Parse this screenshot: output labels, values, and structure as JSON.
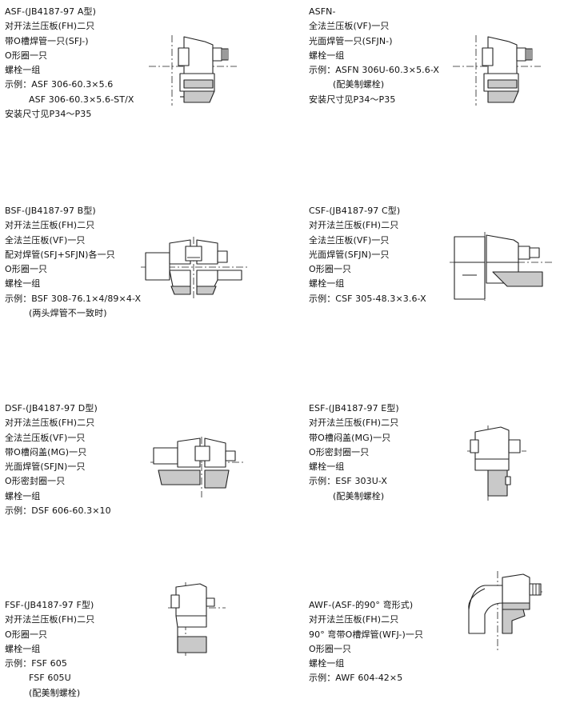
{
  "products": [
    {
      "lines": [
        "ASF-(JB4187-97  A型)",
        "对开法兰压板(FH)二只",
        "带O槽焊管一只(SFJ-)",
        "O形圈一只",
        "螺栓一组",
        "示例：ASF 306-60.3×5.6",
        "ASF 306-60.3×5.6-ST/X",
        "安装尺寸见P34～P35"
      ]
    },
    {
      "lines": [
        "ASFN-",
        "全法兰压板(VF)一只",
        "光面焊管一只(SFJN-)",
        "螺栓一组",
        "示例：ASFN 306U-60.3×5.6-X",
        "(配美制螺栓)",
        "安装尺寸见P34～P35"
      ]
    },
    {
      "lines": [
        "BSF-(JB4187-97  B型)",
        "对开法兰压板(FH)二只",
        "全法兰压板(VF)一只",
        "配对焊管(SFJ+SFJN)各一只",
        "O形圈一只",
        "螺栓一组",
        "示例：BSF 308-76.1×4/89×4-X",
        "(两头焊管不一致时)"
      ]
    },
    {
      "lines": [
        "CSF-(JB4187-97  C型)",
        "对开法兰压板(FH)二只",
        "全法兰压板(VF)一只",
        "光面焊管(SFJN)一只",
        "O形圈一只",
        "螺栓一组",
        "示例：CSF 305-48.3×3.6-X"
      ]
    },
    {
      "lines": [
        "DSF-(JB4187-97  D型)",
        "对开法兰压板(FH)二只",
        "全法兰压板(VF)一只",
        "带O槽闷盖(MG)一只",
        "光面焊管(SFJN)一只",
        "O形密封圈一只",
        "螺栓一组",
        "示例：DSF 606-60.3×10"
      ]
    },
    {
      "lines": [
        "ESF-(JB4187-97  E型)",
        "对开法兰压板(FH)二只",
        "带O槽闷盖(MG)一只",
        "O形密封圈一只",
        "螺栓一组",
        "示例：ESF 303U-X",
        "(配美制螺栓)"
      ]
    },
    {
      "lines": [
        "FSF-(JB4187-97  F型)",
        "对开法兰压板(FH)二只",
        "O形圈一只",
        "螺栓一组",
        "示例：FSF 605",
        "FSF 605U",
        "(配美制螺栓)"
      ]
    },
    {
      "lines": [
        "AWF-(ASF-的90°  弯形式)",
        "对开法兰压板(FH)二只",
        "90° 弯带O槽焊管(WFJ-)一只",
        "O形圈一只",
        "螺栓一组",
        "示例：AWF 604-42×5"
      ]
    }
  ]
}
